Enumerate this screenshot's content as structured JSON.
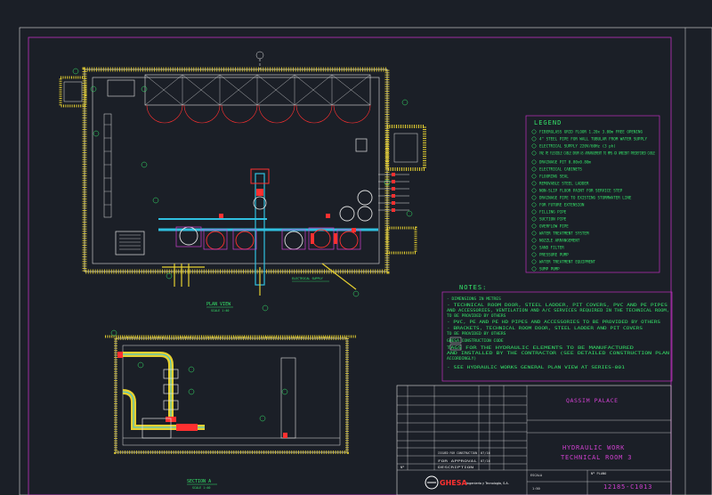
{
  "legend": {
    "title": "LEGEND",
    "items": [
      "FIBERGLASS GRID FLOOR 1.20x 3.00m FREE OPENING",
      "4\" STEEL PIPE FOR WALL TUBULAR FROM WATER SUPPLY",
      "ELECTRICAL SUPPLY 220V/60Hz (3 ph)",
      "PAE PE FLEXIBLE CABLE DRUM AS ARRANGEMENT TO MMS-XX AMBIENT PREDEFINED CABLE",
      "DRAINAGE PIT 0.80x0.80m",
      "ELECTRICAL CABINETS",
      "FLOORING SEAL",
      "REMOVABLE STEEL LADDER",
      "NON-SLIP FLOOR PAINT FOR SERVICE STEP",
      "DRAINAGE PIPE TO EXISTING STORMWATER LINE",
      "FOR FUTURE EXTENSION",
      "FILLING PIPE",
      "SUCTION PIPE",
      "OVERFLOW PIPE",
      "WATER TREATMENT SYSTEM",
      "NOZZLE ARRANGEMENT",
      "SAND FILTER",
      "PRESSURE PUMP",
      "WATER TREATMENT EQUIPMENT",
      "SUMP PUMP"
    ]
  },
  "notes": {
    "title": "NOTES:",
    "lines": [
      "- DIMENSIONS IN METRES",
      "- TECHNICAL ROOM DOOR, STEEL LADDER, PIT COVERS, PVC AND PE PIPES",
      "  AND ACCESSORIES, VENTILATION AND A/C SERVICES REQUIRED IN THE TECHNICAL ROOM,",
      "  TO BE PROVIDED BY OTHERS",
      "- PVC, PE AND PE HD PIPES AND ACCESSORIES TO BE PROVIDED BY OTHERS",
      "- BRACKETS, TECHNICAL ROOM DOOR, STEEL LADDER AND PIT COVERS",
      "  TO BE PROVIDED BY OTHERS",
      "      GHESA CONSTRUCTION CODE",
      "      TAGS FOR THE HYDRAULIC ELEMENTS TO BE MANUFACTURED",
      "  AND INSTALLED BY THE CONTRACTOR (SEE DETAILED CONSTRUCTION PLAN",
      "  ACCORDINGLY)",
      "- SEE HYDRAULIC WORKS GENERAL PLAN VIEW AT SERIES-001"
    ]
  },
  "views": {
    "plan_label": "PLAN VIEW",
    "plan_scale": "SCALE 1:40",
    "section_label": "SECTION A",
    "section_scale": "SCALE 1:40",
    "plan_callout": "ELECTRICAL SUPPLY"
  },
  "title_block": {
    "project": "QASSIM PALACE",
    "drawing_title_1": "HYDRAULIC WORK",
    "drawing_title_2": "TECHNICAL ROOM 3",
    "drawing_number": "12185-C1013",
    "scale": "1:50",
    "company_logo": "GHESA",
    "company_name": "Ingeniería y Tecnología, S.A.",
    "rev_row_1": "ISSUED FOR CONSTRUCTION",
    "rev_row_2": "FOR APPROVAL",
    "rev_row_3": "DESCRIPTION",
    "rev_date_1": "07/16",
    "rev_date_2": "07/16",
    "rev_no_label": "Nº",
    "rev_desc_label": "DESCRIPTION",
    "drawing_no_label": "Nº PLANO",
    "scale_label": "ESCALA"
  },
  "colors": {
    "background": "#1b1f27",
    "frame": "#c030c0",
    "green": "#35e66a",
    "red": "#ff3030",
    "cyan": "#30c0e0",
    "yellow": "#e6d030"
  }
}
